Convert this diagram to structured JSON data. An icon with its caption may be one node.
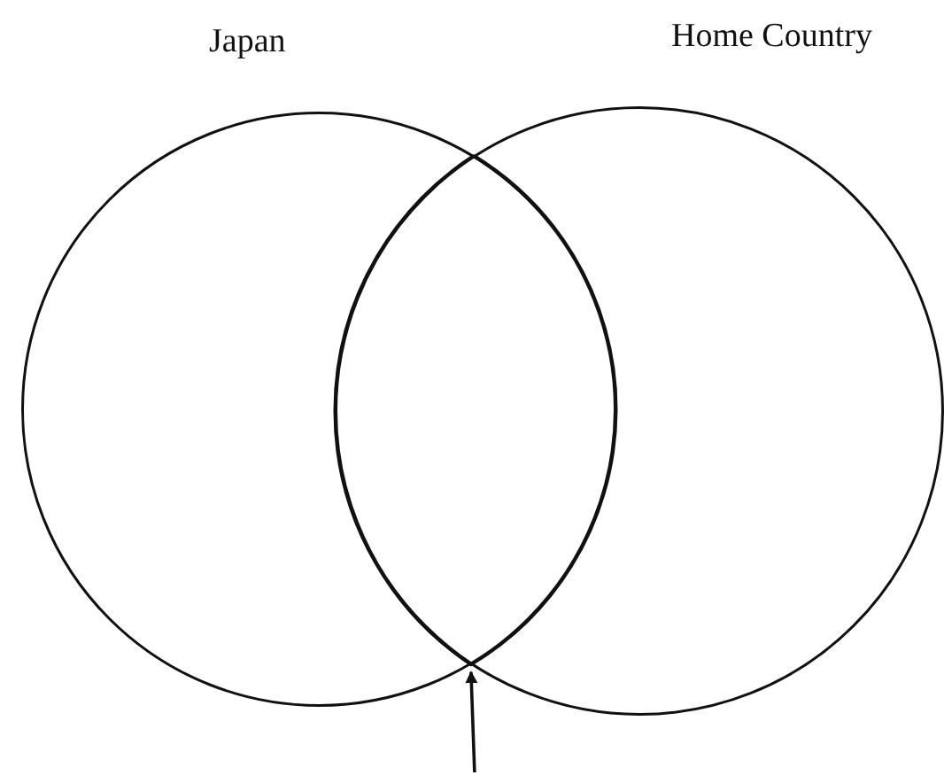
{
  "diagram": {
    "nodes": [
      {
        "text": [
          "Japan"
        ]
      },
      {
        "text": [
          "Home Country"
        ]
      },
      {
        "text": [],
        "shape": "lens"
      }
    ],
    "edges": [
      {
        "from": null,
        "to": 2,
        "arrow": "to"
      }
    ]
  }
}
